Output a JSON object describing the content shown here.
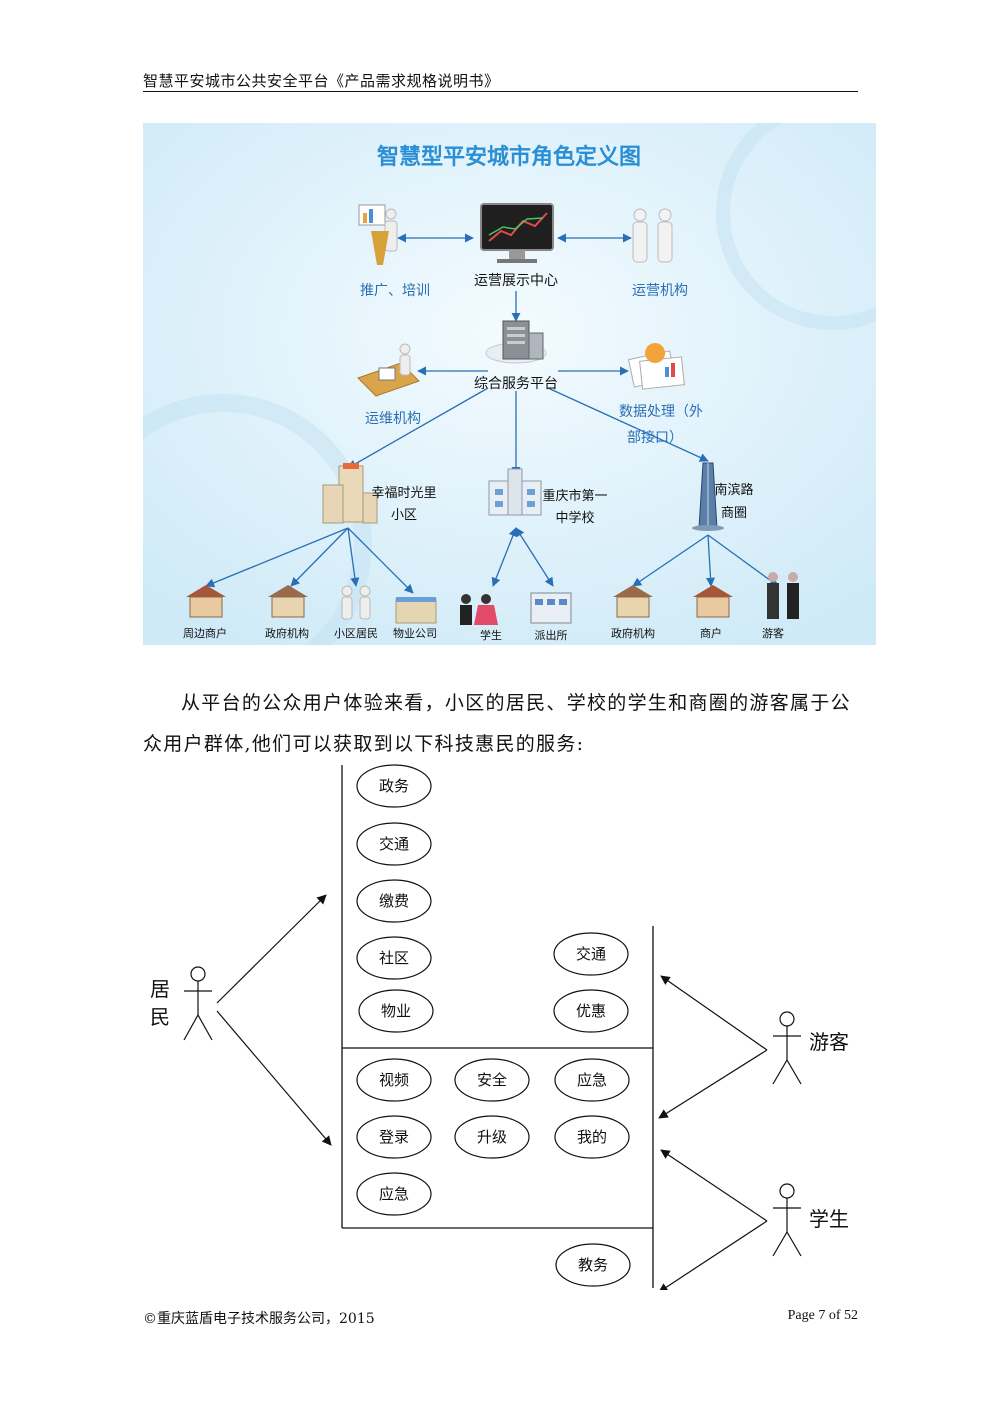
{
  "header": {
    "title": "智慧平安城市公共安全平台《产品需求规格说明书》"
  },
  "figure": {
    "title": "智慧型平安城市角色定义图",
    "nodes": {
      "promo": "推广、培训",
      "ops_center": "运营展示中心",
      "operator": "运营机构",
      "platform": "综合服务平台",
      "maintenance": "运维机构",
      "data_proc_1": "数据处理（外",
      "data_proc_2": "部接口）",
      "community_1": "幸福时光里",
      "community_2": "小区",
      "school_1": "重庆市第一",
      "school_2": "中学校",
      "mall_1": "南滨路",
      "mall_2": "商圈"
    },
    "leaves": [
      "周边商户",
      "政府机构",
      "小区居民",
      "物业公司",
      "学生",
      "派出所",
      "政府机构",
      "商户",
      "游客"
    ]
  },
  "paragraph": "从平台的公众用户体验来看，小区的居民、学校的学生和商圈的游客属于公众用户群体,他们可以获取到以下科技惠民的服务:",
  "diagram": {
    "actors": {
      "resident": "居民",
      "tourist": "游客",
      "student": "学生"
    },
    "resident_only": [
      "政务",
      "交通",
      "缴费",
      "社区",
      "物业"
    ],
    "tourist_only": [
      "交通",
      "优惠"
    ],
    "shared": [
      "视频",
      "安全",
      "应急",
      "登录",
      "升级",
      "我的",
      "应急"
    ],
    "student_only": [
      "教务"
    ]
  },
  "footer": {
    "left": "©重庆蓝盾电子技术服务公司，2015",
    "right": "Page 7 of 52"
  }
}
